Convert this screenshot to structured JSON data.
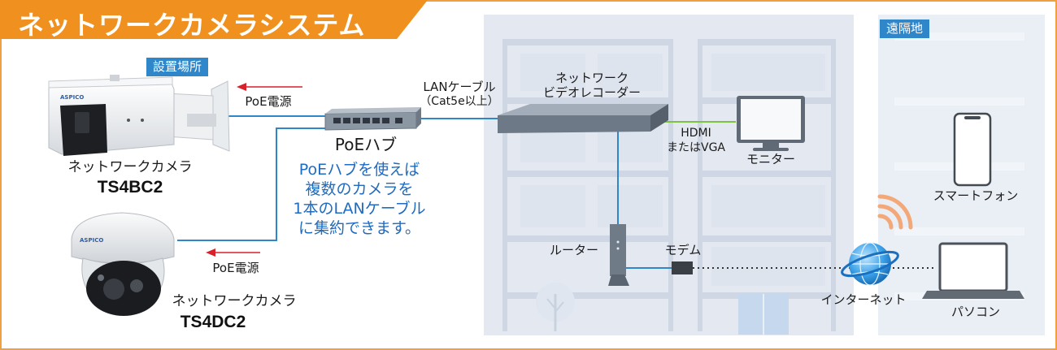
{
  "title": "ネットワークカメラシステム",
  "sections": {
    "install_site": "設置場所",
    "remote_site": "遠隔地"
  },
  "devices": {
    "camera_bullet": {
      "label": "ネットワークカメラ",
      "model": "TS4BC2",
      "brand": "ASPICO"
    },
    "camera_dome": {
      "label": "ネットワークカメラ",
      "model": "TS4DC2",
      "brand": "ASPICO"
    },
    "poe_hub": {
      "label": "PoEハブ"
    },
    "nvr": {
      "label_line1": "ネットワーク",
      "label_line2": "ビデオレコーダー"
    },
    "monitor": {
      "label": "モニター"
    },
    "router": {
      "label": "ルーター"
    },
    "modem": {
      "label": "モデム"
    },
    "internet": {
      "label": "インターネット"
    },
    "smartphone": {
      "label": "スマートフォン"
    },
    "pc": {
      "label": "パソコン"
    }
  },
  "connections": {
    "poe_power_top": "PoE電源",
    "poe_power_bottom": "PoE電源",
    "lan_cable_line1": "LANケーブル",
    "lan_cable_line2": "（Cat5e以上）",
    "hdmi_line1": "HDMI",
    "hdmi_line2": "またはVGA"
  },
  "hub_note": {
    "lines": [
      "PoEハブを使えば",
      "複数のカメラを",
      "1本のLANケーブル",
      "に集約できます。"
    ]
  },
  "colors": {
    "title_bar": "#f0901e",
    "border": "#f0a040",
    "badge": "#2f86c8",
    "cable": "#2f86c8",
    "poe_arrow": "#d8212b",
    "hdmi_cable": "#7dc242",
    "note_text": "#1f6bbf",
    "building": "#e4e9f1"
  }
}
